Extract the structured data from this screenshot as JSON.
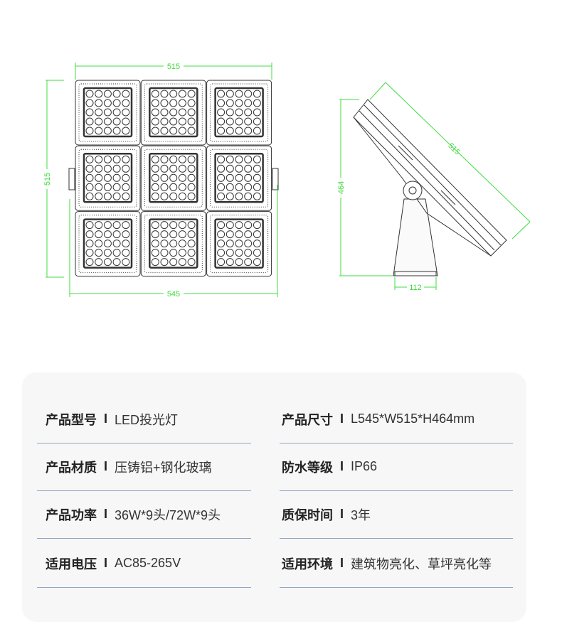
{
  "drawing": {
    "front_view": {
      "width_dim": "515",
      "height_dim": "515",
      "overall_width_dim": "545",
      "modules": 9
    },
    "side_view": {
      "length_dim": "515",
      "height_dim": "464",
      "base_dim": "112"
    },
    "line_color": "#3fdc3f"
  },
  "specs": [
    {
      "label": "产品型号",
      "sep": "I",
      "value": "LED投光灯"
    },
    {
      "label": "产品尺寸",
      "sep": "I",
      "value": "L545*W515*H464mm"
    },
    {
      "label": "产品材质",
      "sep": "I",
      "value": "压铸铝+钢化玻璃"
    },
    {
      "label": "防水等级",
      "sep": "I",
      "value": "IP66"
    },
    {
      "label": "产品功率",
      "sep": "I",
      "value": "36W*9头/72W*9头"
    },
    {
      "label": "质保时间",
      "sep": "I",
      "value": "3年"
    },
    {
      "label": "适用电压",
      "sep": "I",
      "value": "AC85-265V"
    },
    {
      "label": "适用环境",
      "sep": "I",
      "value": "建筑物亮化、草坪亮化等"
    }
  ]
}
